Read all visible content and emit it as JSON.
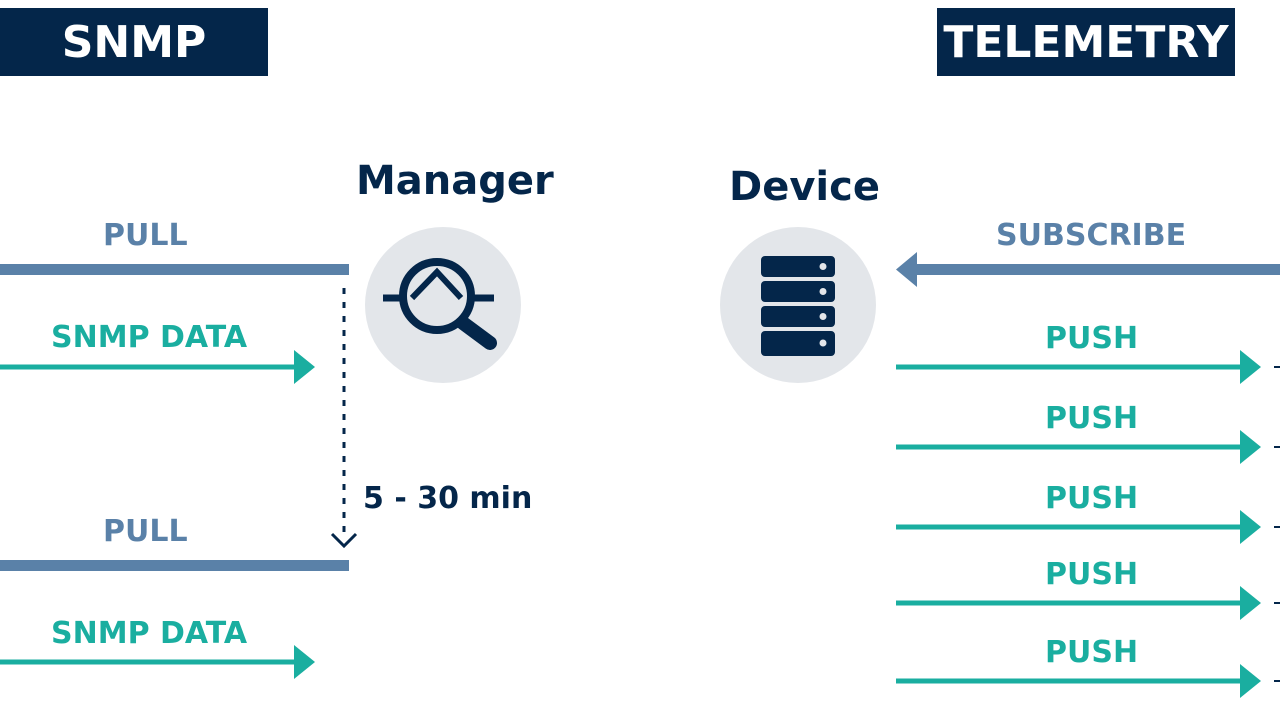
{
  "snmp": {
    "title": "SNMP",
    "manager_label": "Manager",
    "pull_label_1": "PULL",
    "data_label_1": "SNMP DATA",
    "interval_label": "5 - 30 min",
    "pull_label_2": "PULL",
    "data_label_2": "SNMP DATA"
  },
  "telemetry": {
    "title": "TELEMETRY",
    "device_label": "Device",
    "subscribe_label": "SUBSCRIBE",
    "push_labels": [
      "PUSH",
      "PUSH",
      "PUSH",
      "PUSH",
      "PUSH"
    ]
  },
  "colors": {
    "navy": "#04264a",
    "pull_blue": "#5a81a8",
    "data_teal": "#1aaea0",
    "icon_bg": "#e3e6ea"
  },
  "icons": {
    "manager": "magnifier-monitoring-icon",
    "device": "server-icon"
  }
}
